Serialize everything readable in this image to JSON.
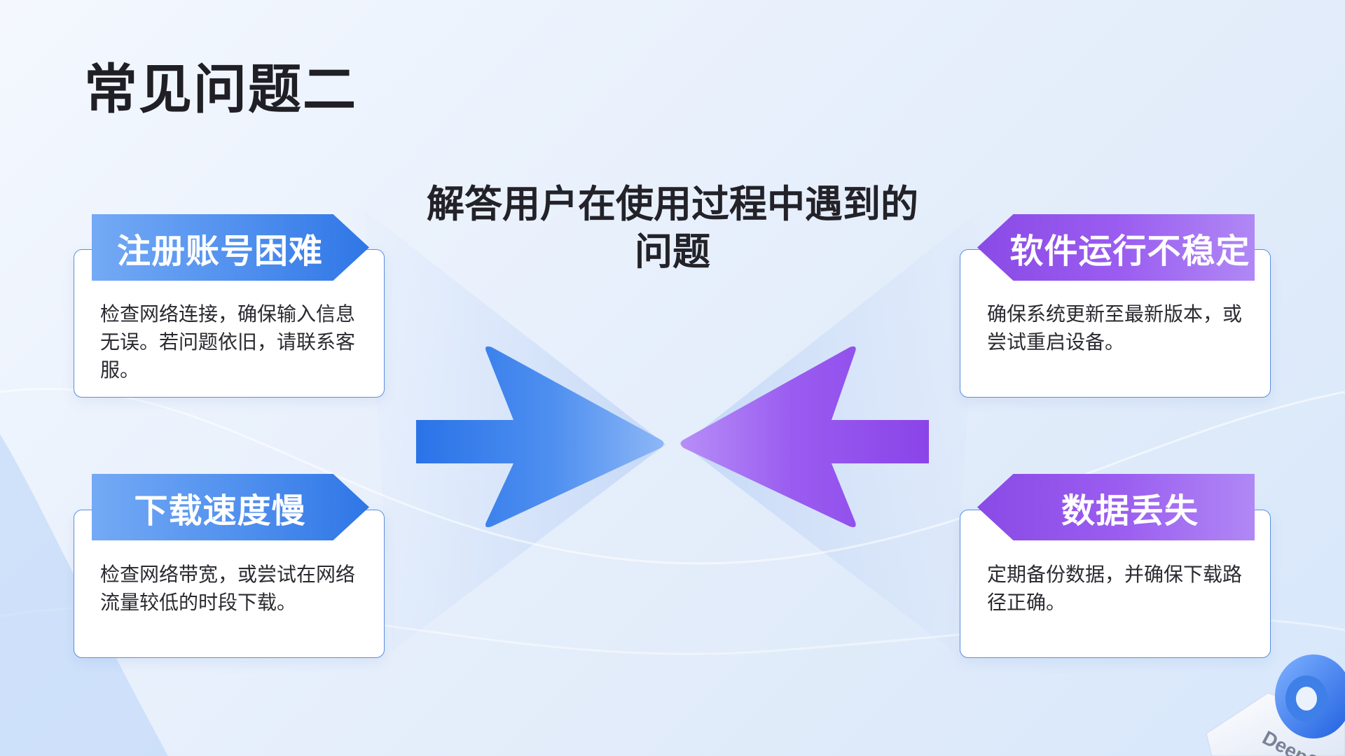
{
  "page": {
    "title": "常见问题二",
    "subtitle": "解答用户在使用过程中遇到的问题"
  },
  "cards": [
    {
      "title": "注册账号困难",
      "text": "检查网络连接，确保输入信息无误。若问题依旧，请联系客服。",
      "accent": "#2f76e6"
    },
    {
      "title": "下载速度慢",
      "text": "检查网络带宽，或尝试在网络流量较低的时段下载。",
      "accent": "#2f76e6"
    },
    {
      "title": "软件运行不稳定",
      "text": "确保系统更新至最新版本，或尝试重启设备。",
      "accent": "#8a4ae6"
    },
    {
      "title": "数据丢失",
      "text": "定期备份数据，并确保下载路径正确。",
      "accent": "#8a4ae6"
    }
  ],
  "decor": {
    "brand_label": "DeepS",
    "colors": {
      "blue": "#2f76e6",
      "purple": "#8a4ae6",
      "card_border": "#5b8fdd"
    }
  }
}
